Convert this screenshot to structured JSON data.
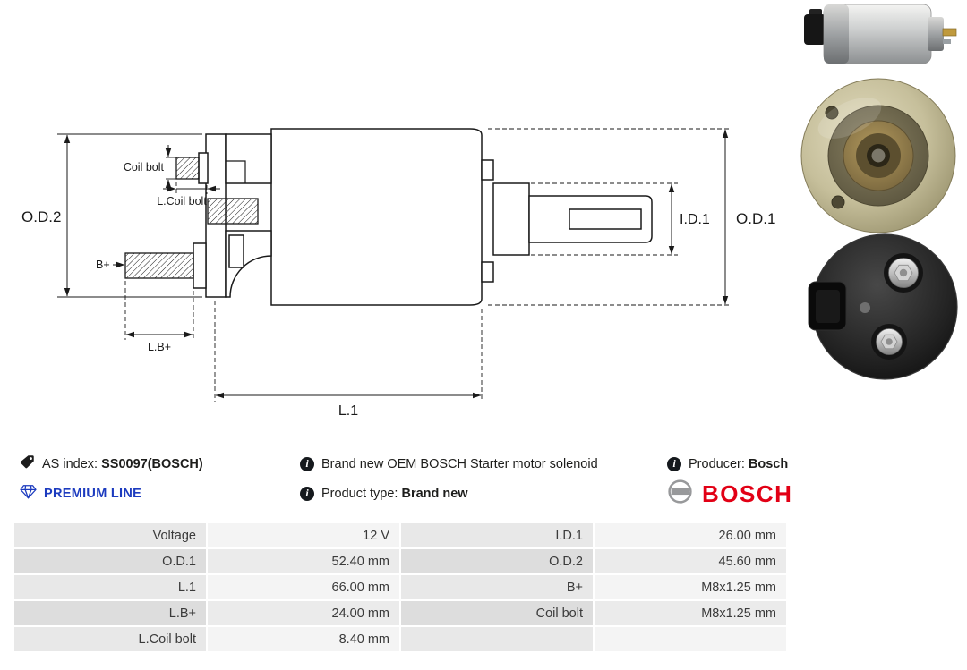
{
  "diagram": {
    "labels": {
      "od2": "O.D.2",
      "coil_bolt": "Coil bolt",
      "l_coil_bolt": "L.Coil bolt",
      "b_plus": "B+",
      "l_b_plus": "L.B+",
      "l1": "L.1",
      "id1": "I.D.1",
      "od1": "O.D.1"
    }
  },
  "info": {
    "as_index": {
      "label": "AS index:",
      "value": "SS0097(BOSCH)"
    },
    "description": "Brand new OEM BOSCH Starter motor solenoid",
    "producer": {
      "label": "Producer:",
      "value": "Bosch"
    },
    "premium_line": "PREMIUM LINE",
    "product_type": {
      "label": "Product type:",
      "value": "Brand new"
    },
    "brand": "BOSCH"
  },
  "icons": {
    "info_glyph": "i",
    "names": [
      "tag-icon",
      "info-icon",
      "diamond-icon",
      "bosch-armature-icon"
    ]
  },
  "specs": {
    "rows": [
      [
        "Voltage",
        "12 V",
        "I.D.1",
        "26.00 mm"
      ],
      [
        "O.D.1",
        "52.40 mm",
        "O.D.2",
        "45.60 mm"
      ],
      [
        "L.1",
        "66.00 mm",
        "B+",
        "M8x1.25 mm"
      ],
      [
        "L.B+",
        "24.00 mm",
        "Coil bolt",
        "M8x1.25 mm"
      ],
      [
        "L.Coil bolt",
        "8.40 mm",
        "",
        ""
      ]
    ]
  },
  "colors": {
    "premium_blue": "#1c3bbf",
    "bosch_red": "#e20015",
    "line": "#1a1a1a"
  }
}
